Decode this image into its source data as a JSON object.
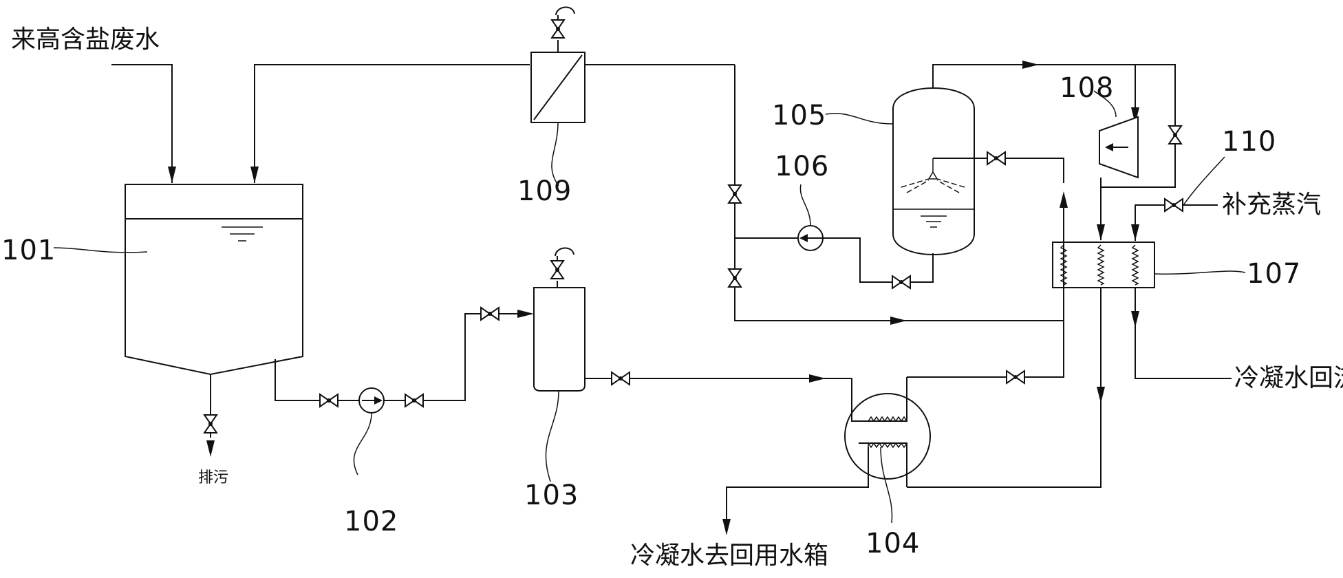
{
  "labels": {
    "inlet": "来高含盐废水",
    "drain": "排污",
    "steam_supply": "补充蒸汽",
    "condensate_return": "冷凝水回流",
    "condensate_to_tank": "冷凝水去回用水箱"
  },
  "components": {
    "c101": "101",
    "c102": "102",
    "c103": "103",
    "c104": "104",
    "c105": "105",
    "c106": "106",
    "c107": "107",
    "c108": "108",
    "c109": "109",
    "c110": "110"
  }
}
